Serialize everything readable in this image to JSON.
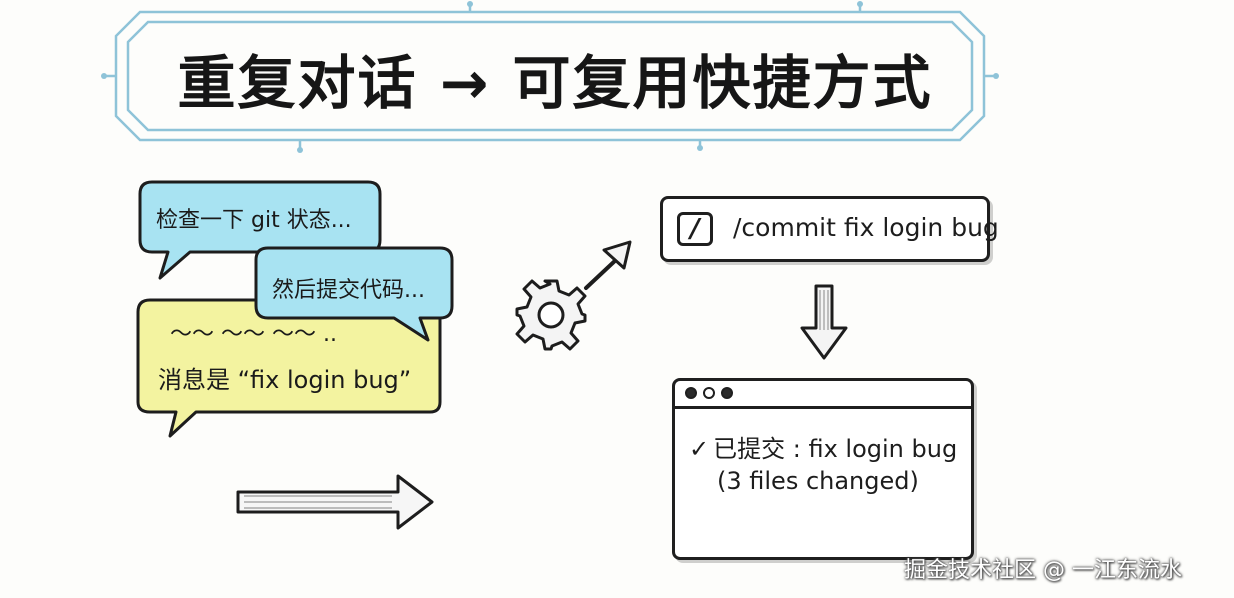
{
  "title": {
    "text": "重复对话 → 可复用快捷方式"
  },
  "left_conversation": {
    "bubble1": {
      "text": "检查一下 git 状态...",
      "color": "#a8e3f2"
    },
    "bubble2": {
      "text": "然后提交代码...",
      "color": "#a8e3f2"
    },
    "bubble3": {
      "squiggle": "～～ ～～ ～～ ..",
      "text": "消息是 “fix login bug”",
      "color": "#f3f3a0"
    }
  },
  "icons": {
    "gear": "gear-icon",
    "arrow_up_right": "arrow-up-right-icon",
    "arrow_right": "big-arrow-right-icon",
    "arrow_down": "arrow-down-icon",
    "slash": "slash-command-icon",
    "check": "checkmark-icon"
  },
  "command": {
    "icon_glyph": "/",
    "text": "/commit fix login bug"
  },
  "terminal": {
    "check_glyph": "✓",
    "line1": "已提交 : fix login bug",
    "line2": "(3 files changed)"
  },
  "watermark": "掘金技术社区 @ 一江东流水",
  "colors": {
    "frame_blue": "#8ec3d8",
    "ink": "#1d1d1d"
  }
}
